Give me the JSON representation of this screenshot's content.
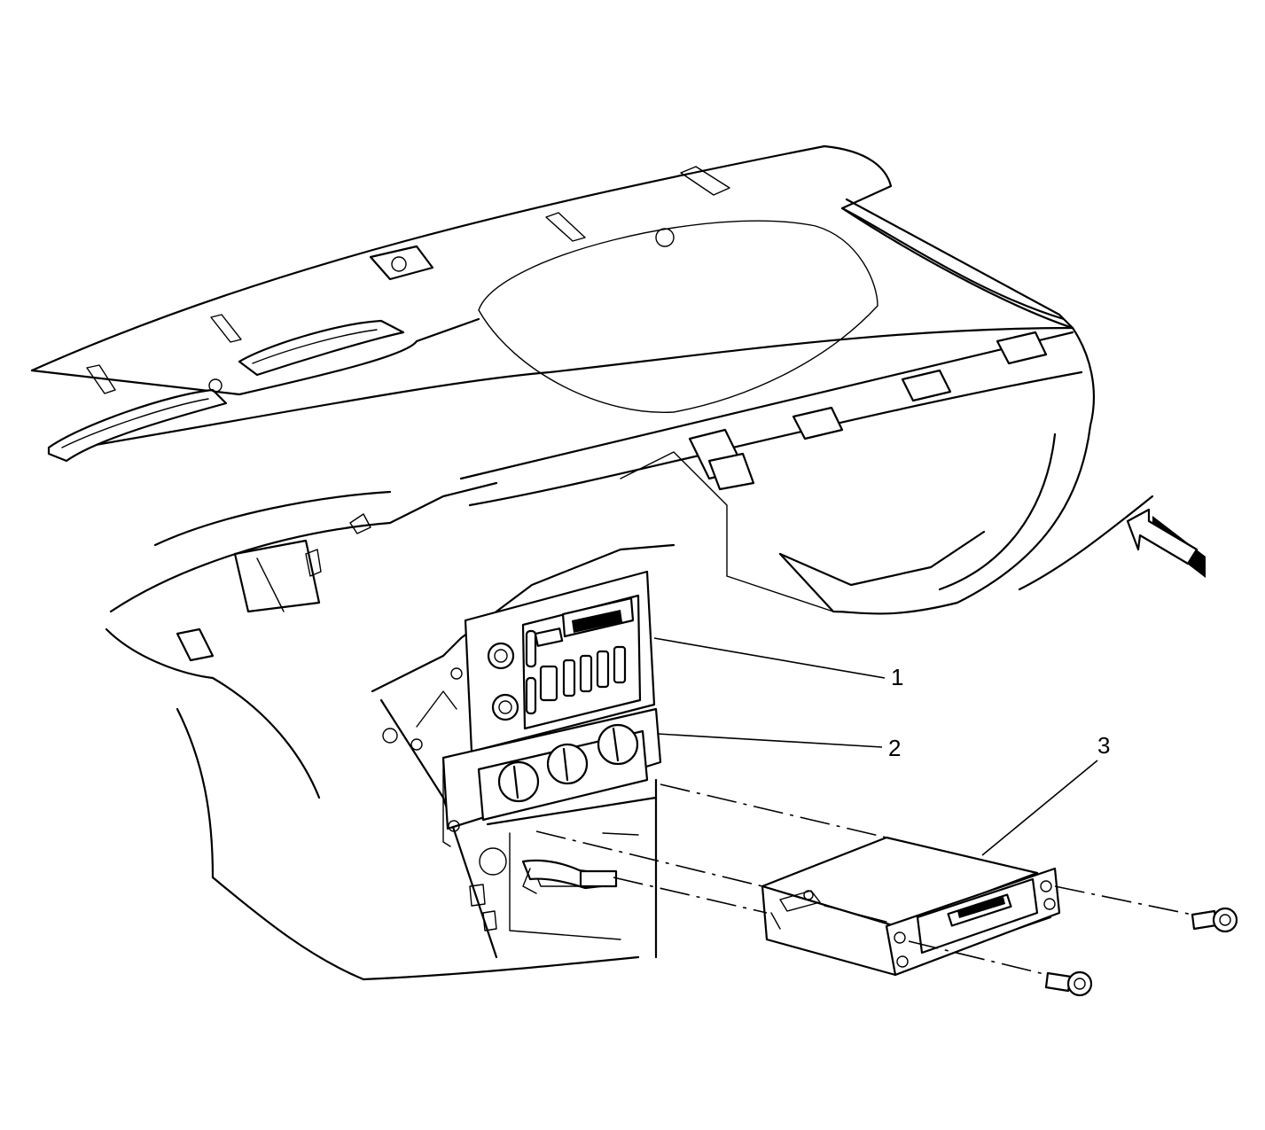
{
  "callouts": [
    {
      "id": "1",
      "label": "1",
      "part": "radio-control-panel"
    },
    {
      "id": "2",
      "label": "2",
      "part": "hvac-control-panel"
    },
    {
      "id": "3",
      "label": "3",
      "part": "radio-receiver"
    }
  ],
  "view_arrow_icon": "view-direction-arrow-icon"
}
